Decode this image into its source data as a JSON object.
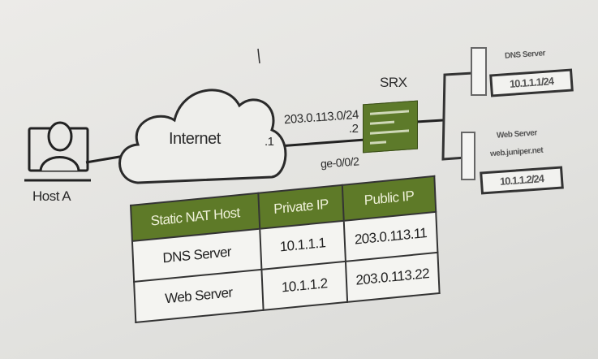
{
  "host": {
    "label": "Host A"
  },
  "internet": {
    "label": "Internet"
  },
  "link": {
    "subnet": "203.0.113.0/24",
    "left_addr": ".1",
    "right_addr": ".2",
    "interface": "ge-0/0/2"
  },
  "firewall": {
    "label": "SRX"
  },
  "servers": [
    {
      "name": "DNS Server",
      "hostname": "",
      "address": "10.1.1.1/24"
    },
    {
      "name": "Web Server",
      "hostname": "web.juniper.net",
      "address": "10.1.1.2/24"
    }
  ],
  "nat_table": {
    "headers": [
      "Static NAT Host",
      "Private IP",
      "Public IP"
    ],
    "rows": [
      [
        "DNS Server",
        "10.1.1.1",
        "203.0.113.11"
      ],
      [
        "Web Server",
        "10.1.1.2",
        "203.0.113.22"
      ]
    ]
  },
  "colors": {
    "accent_green": "#5e7a28",
    "background": "#e4e4e1"
  }
}
